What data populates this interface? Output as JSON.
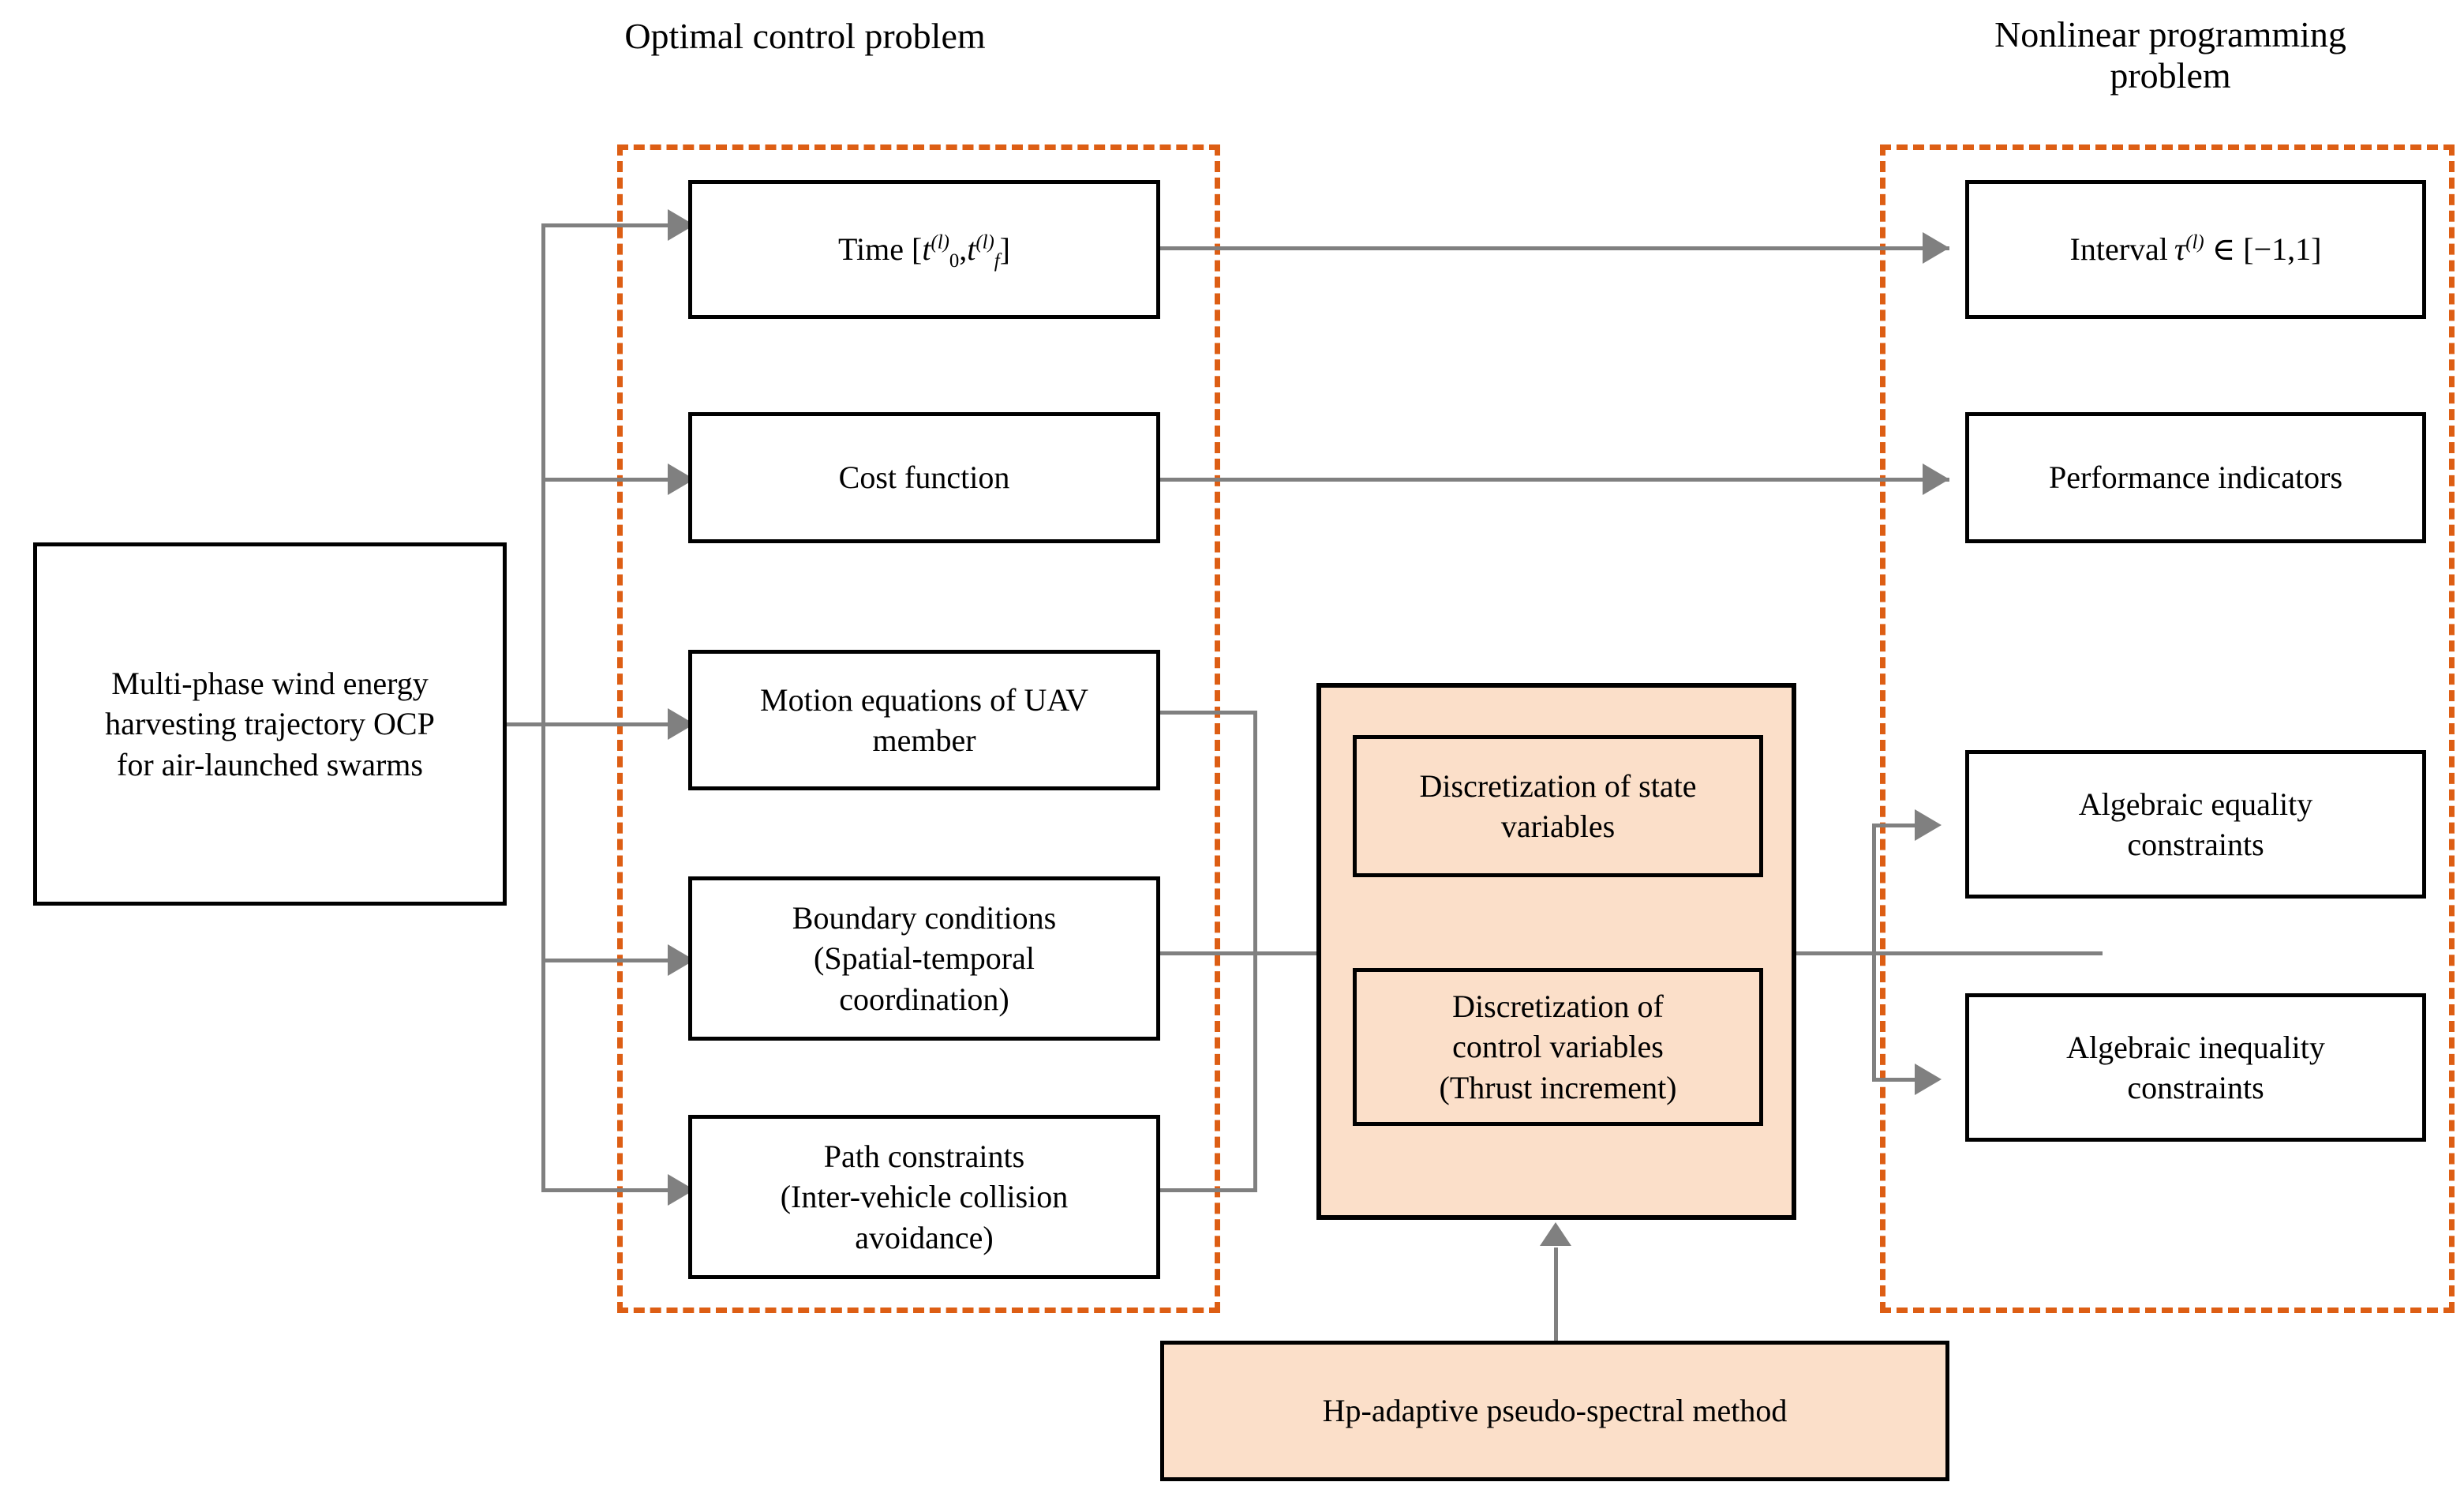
{
  "diagram": {
    "title_left": "Optimal control problem",
    "title_right_line1": "Nonlinear programming",
    "title_right_line2": "problem",
    "accent_color": "#DD5E14",
    "peach_color": "#FBDFC9",
    "connector_color": "#808080",
    "box_border_color": "#000000"
  },
  "source": {
    "label_line1": "Multi-phase wind energy",
    "label_line2": "harvesting trajectory OCP",
    "label_line3": "for air-launched swarms"
  },
  "ocp": {
    "time": {
      "prefix": "Time [",
      "var1": "t",
      "var1_sub": "0",
      "var1_sup": "(l)",
      "sep": ",",
      "var2": "t",
      "var2_sub": "f",
      "var2_sup": "(l)",
      "suffix": "]"
    },
    "cost_function": "Cost function",
    "motion_equations_line1": "Motion equations of UAV",
    "motion_equations_line2": "member",
    "boundary_line1": "Boundary conditions",
    "boundary_line2": "(Spatial-temporal",
    "boundary_line3": "coordination)",
    "path_line1": "Path constraints",
    "path_line2": "(Inter-vehicle collision",
    "path_line3": "avoidance)"
  },
  "nlp": {
    "interval": {
      "prefix": "Interval",
      "var": "τ",
      "var_sup": "(l)",
      "member": "∈",
      "range": "[−1,1]"
    },
    "performance_indicators": "Performance indicators",
    "equality_line1": "Algebraic equality",
    "equality_line2": "constraints",
    "inequality_line1": "Algebraic inequality",
    "inequality_line2": "constraints"
  },
  "discretization": {
    "state_line1": "Discretization of state",
    "state_line2": "variables",
    "control_line1": "Discretization of",
    "control_line2": "control variables",
    "control_line3": "(Thrust increment)"
  },
  "method": {
    "label": "Hp-adaptive pseudo-spectral method"
  }
}
